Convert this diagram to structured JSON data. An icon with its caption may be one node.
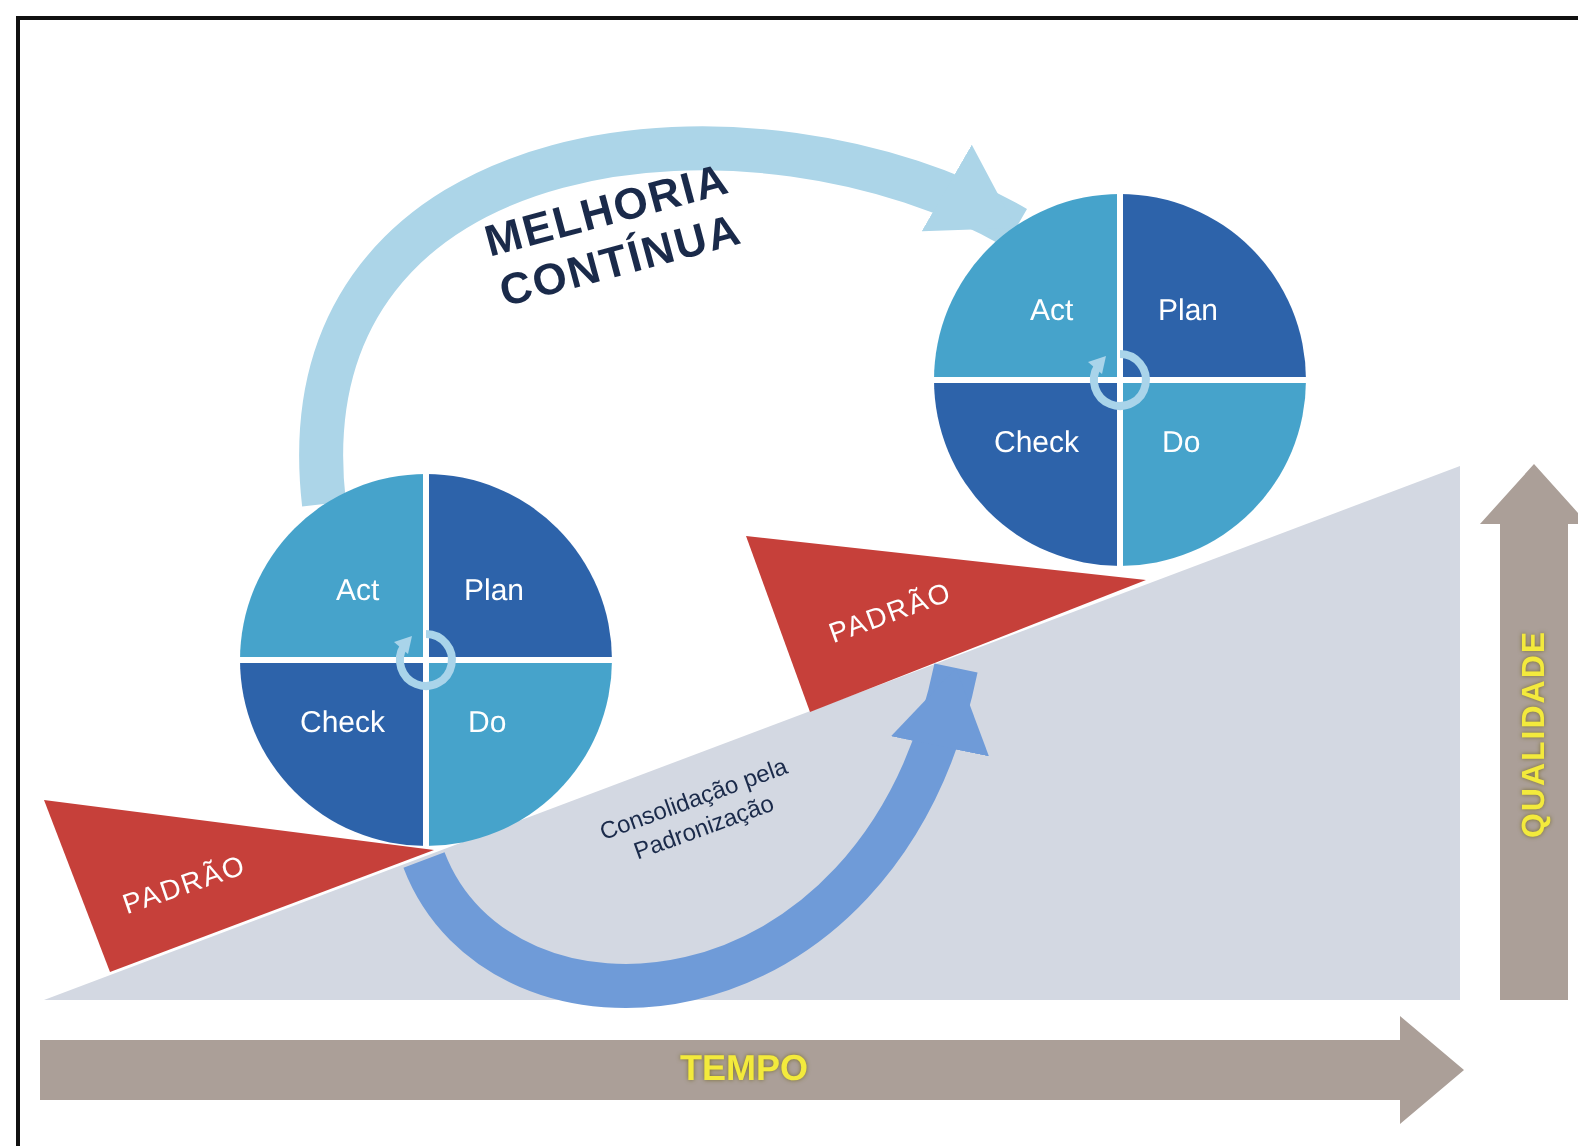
{
  "diagram": {
    "nodes": [
      {
        "text": [
          "Act",
          "Plan",
          "Check",
          "Do"
        ]
      },
      {
        "text": [
          "Act",
          "Plan",
          "Check",
          "Do"
        ]
      },
      {
        "text": [
          "PADRÃO"
        ]
      },
      {
        "text": [
          "PADRÃO"
        ]
      }
    ],
    "edges": [
      {
        "from": 0,
        "to": 1,
        "arrow": "to",
        "label": "MELHORIA CONTÍNUA",
        "color": "#acd5e8"
      },
      {
        "from": 2,
        "to": 3,
        "arrow": "to",
        "label": "Consolidação pela Padronização",
        "color": "#6f9bd8"
      }
    ],
    "labels": [
      "TEMPO",
      "QUALIDADE"
    ]
  }
}
